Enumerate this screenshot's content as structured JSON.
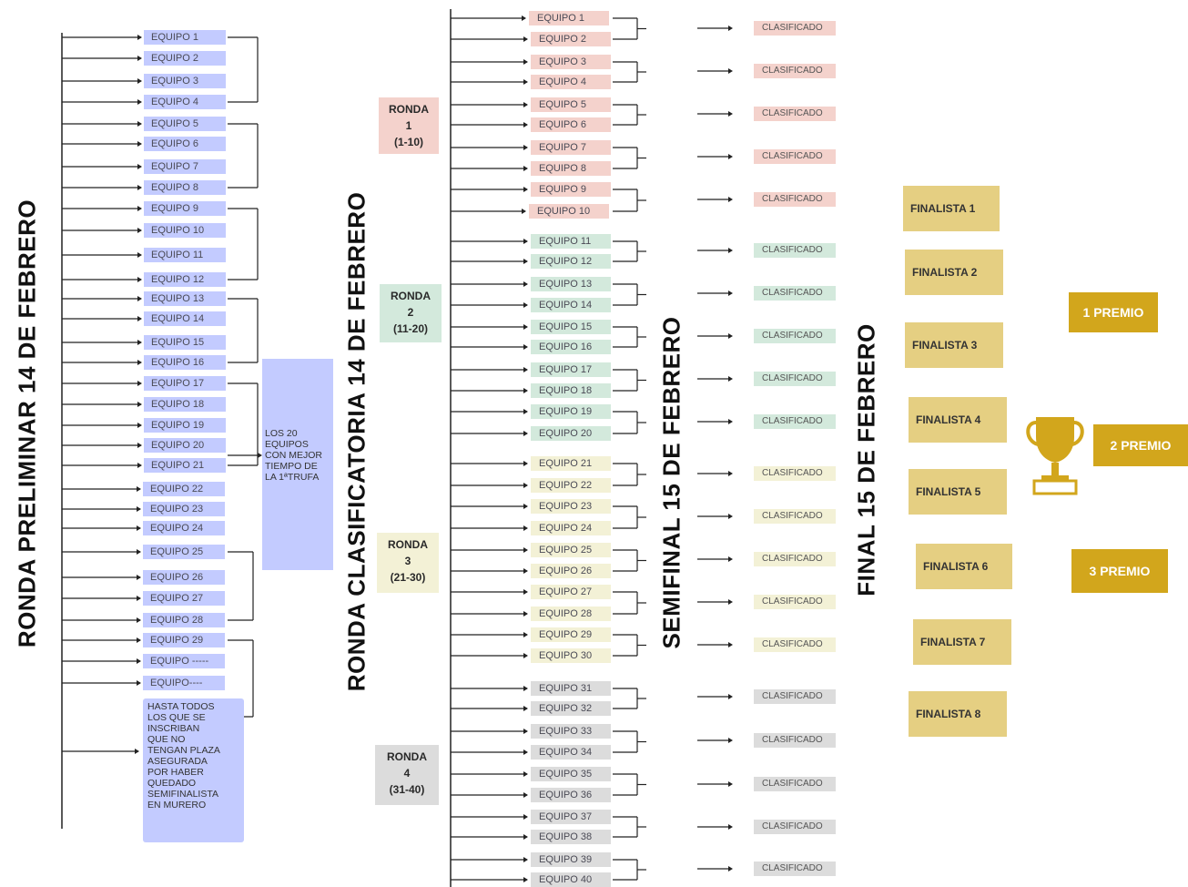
{
  "titles": {
    "preliminar": "RONDA PRELIMINAR 14 DE FEBRERO",
    "clasificatoria": "RONDA CLASIFICATORIA 14 DE FEBRERO",
    "semifinal": "SEMIFINAL 15 DE FEBRERO",
    "final": "FINAL 15 DE FEBRERO"
  },
  "preliminary_teams": [
    "EQUIPO 1",
    "EQUIPO 2",
    "EQUIPO 3",
    "EQUIPO 4",
    "EQUIPO 5",
    "EQUIPO 6",
    "EQUIPO 7",
    "EQUIPO 8",
    "EQUIPO 9",
    "EQUIPO 10",
    "EQUIPO 11",
    "EQUIPO 12",
    "EQUIPO 13",
    "EQUIPO 14",
    "EQUIPO 15",
    "EQUIPO 16",
    "EQUIPO 17",
    "EQUIPO 18",
    "EQUIPO 19",
    "EQUIPO 20",
    "EQUIPO 21",
    "EQUIPO 22",
    "EQUIPO 23",
    "EQUIPO 24",
    "EQUIPO 25",
    "EQUIPO 26",
    "EQUIPO 27",
    "EQUIPO 28",
    "EQUIPO 29",
    "EQUIPO -----",
    "EQUIPO----"
  ],
  "best_time_note": "LOS 20\nEQUIPOS\nCON MEJOR\nTIEMPO DE\nLA 1ªTRUFA",
  "open_note": "HASTA TODOS\nLOS QUE SE\nINSCRIBAN\nQUE NO\nTENGAN PLAZA\nASEGURADA\nPOR HABER\nQUEDADO\nSEMIFINALISTA\nEN MURERO",
  "rounds": [
    {
      "label": "RONDA\n1\n(1-10)",
      "color": "#f4d2cc"
    },
    {
      "label": "RONDA\n2\n(11-20)",
      "color": "#d3e9dc"
    },
    {
      "label": "RONDA\n3\n(21-30)",
      "color": "#f3f1d6"
    },
    {
      "label": "RONDA\n4\n(31-40)",
      "color": "#dcdcdc"
    }
  ],
  "classification_teams": [
    "EQUIPO 1",
    "EQUIPO 2",
    "EQUIPO 3",
    "EQUIPO 4",
    "EQUIPO 5",
    "EQUIPO 6",
    "EQUIPO 7",
    "EQUIPO 8",
    "EQUIPO 9",
    "EQUIPO 10",
    "EQUIPO 11",
    "EQUIPO 12",
    "EQUIPO 13",
    "EQUIPO 14",
    "EQUIPO  15",
    "EQUIPO 16",
    "EQUIPO 17",
    "EQUIPO 18",
    "EQUIPO 19",
    "EQUIPO 20",
    "EQUIPO 21",
    "EQUIPO 22",
    "EQUIPO 23",
    "EQUIPO 24",
    "EQUIPO 25",
    "EQUIPO 26",
    "EQUIPO 27",
    "EQUIPO 28",
    "EQUIPO 29",
    "EQUIPO 30",
    "EQUIPO 31",
    "EQUIPO 32",
    "EQUIPO 33",
    "EQUIPO 34",
    "EQUIPO 35",
    "EQUIPO 36",
    "EQUIPO 37",
    "EQUIPO 38",
    "EQUIPO 39",
    "EQUIPO 40"
  ],
  "classified_label": "CLASIFICADO",
  "finalists": [
    "FINALISTA 1",
    "FINALISTA 2",
    "FINALISTA 3",
    "FINALISTA 4",
    "FINALISTA 5",
    "FINALISTA 6",
    "FINALISTA 7",
    "FINALISTA 8"
  ],
  "prizes": [
    "1 PREMIO",
    "2  PREMIO",
    "3 PREMIO"
  ],
  "colors": {
    "preliminary": "#c3cbff",
    "final": "#e5cf82",
    "prize": "#d2a61c"
  },
  "icons": {
    "trophy": "trophy-icon"
  }
}
